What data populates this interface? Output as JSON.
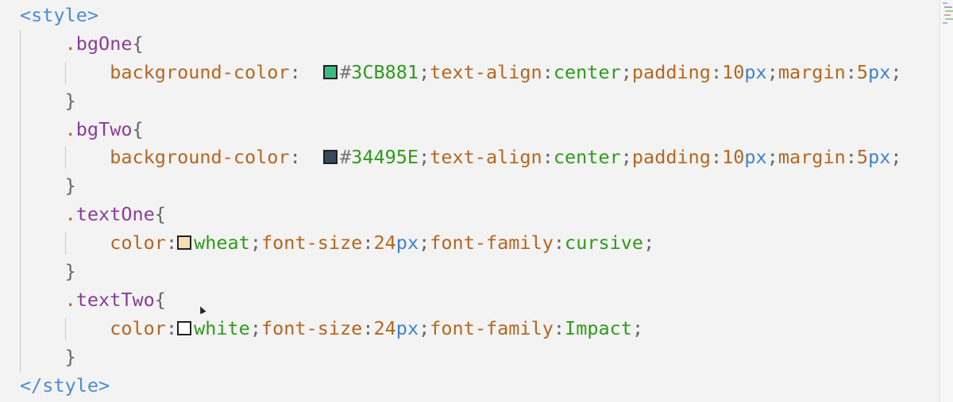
{
  "colors": {
    "bgOne": "#3CB881",
    "bgTwo": "#34495E",
    "wheat": "#F5DEB3",
    "white": "#FFFFFF"
  },
  "lines": [
    {
      "indent": 0,
      "tokens": [
        [
          "tag",
          "<style>"
        ]
      ]
    },
    {
      "indent": 1,
      "tokens": [
        [
          "dot",
          "."
        ],
        [
          "sel",
          "bgOne"
        ],
        [
          "punc",
          "{"
        ]
      ]
    },
    {
      "indent": 2,
      "tokens": [
        [
          "prop",
          "background-color"
        ],
        [
          "punc",
          ":  "
        ],
        [
          "swatch",
          "bgOne"
        ],
        [
          "hash",
          "#"
        ],
        [
          "val",
          "3CB881"
        ],
        [
          "punc",
          ";"
        ],
        [
          "prop",
          "text-align"
        ],
        [
          "punc",
          ":"
        ],
        [
          "val",
          "center"
        ],
        [
          "punc",
          ";"
        ],
        [
          "prop",
          "padding"
        ],
        [
          "punc",
          ":"
        ],
        [
          "num",
          "10"
        ],
        [
          "unit",
          "px"
        ],
        [
          "punc",
          ";"
        ],
        [
          "prop",
          "margin"
        ],
        [
          "punc",
          ":"
        ],
        [
          "num",
          "5"
        ],
        [
          "unit",
          "px"
        ],
        [
          "punc",
          ";"
        ]
      ]
    },
    {
      "indent": 1,
      "tokens": [
        [
          "punc",
          "}"
        ]
      ]
    },
    {
      "indent": 1,
      "tokens": [
        [
          "dot",
          "."
        ],
        [
          "sel",
          "bgTwo"
        ],
        [
          "punc",
          "{"
        ]
      ]
    },
    {
      "indent": 2,
      "tokens": [
        [
          "prop",
          "background-color"
        ],
        [
          "punc",
          ":  "
        ],
        [
          "swatch",
          "bgTwo"
        ],
        [
          "hash",
          "#"
        ],
        [
          "val",
          "34495E"
        ],
        [
          "punc",
          ";"
        ],
        [
          "prop",
          "text-align"
        ],
        [
          "punc",
          ":"
        ],
        [
          "val",
          "center"
        ],
        [
          "punc",
          ";"
        ],
        [
          "prop",
          "padding"
        ],
        [
          "punc",
          ":"
        ],
        [
          "num",
          "10"
        ],
        [
          "unit",
          "px"
        ],
        [
          "punc",
          ";"
        ],
        [
          "prop",
          "margin"
        ],
        [
          "punc",
          ":"
        ],
        [
          "num",
          "5"
        ],
        [
          "unit",
          "px"
        ],
        [
          "punc",
          ";"
        ]
      ]
    },
    {
      "indent": 1,
      "tokens": [
        [
          "punc",
          "}"
        ]
      ]
    },
    {
      "indent": 1,
      "tokens": [
        [
          "dot",
          "."
        ],
        [
          "sel",
          "textOne"
        ],
        [
          "punc",
          "{"
        ]
      ]
    },
    {
      "indent": 2,
      "tokens": [
        [
          "prop",
          "color"
        ],
        [
          "punc",
          ":"
        ],
        [
          "swatch",
          "wheat"
        ],
        [
          "val",
          "wheat"
        ],
        [
          "punc",
          ";"
        ],
        [
          "prop",
          "font-size"
        ],
        [
          "punc",
          ":"
        ],
        [
          "num",
          "24"
        ],
        [
          "unit",
          "px"
        ],
        [
          "punc",
          ";"
        ],
        [
          "prop",
          "font-family"
        ],
        [
          "punc",
          ":"
        ],
        [
          "val",
          "cursive"
        ],
        [
          "punc",
          ";"
        ]
      ]
    },
    {
      "indent": 1,
      "tokens": [
        [
          "punc",
          "}"
        ]
      ]
    },
    {
      "indent": 1,
      "tokens": [
        [
          "dot",
          "."
        ],
        [
          "sel",
          "textTwo"
        ],
        [
          "punc",
          "{"
        ]
      ]
    },
    {
      "indent": 2,
      "tokens": [
        [
          "prop",
          "color"
        ],
        [
          "punc",
          ":"
        ],
        [
          "swatch",
          "white"
        ],
        [
          "val",
          "white"
        ],
        [
          "punc",
          ";"
        ],
        [
          "prop",
          "font-size"
        ],
        [
          "punc",
          ":"
        ],
        [
          "num",
          "24"
        ],
        [
          "unit",
          "px"
        ],
        [
          "punc",
          ";"
        ],
        [
          "prop",
          "font-family"
        ],
        [
          "punc",
          ":"
        ],
        [
          "val",
          "Impact"
        ],
        [
          "punc",
          ";"
        ]
      ]
    },
    {
      "indent": 1,
      "tokens": [
        [
          "punc",
          "}"
        ]
      ]
    },
    {
      "indent": 0,
      "tokens": [
        [
          "tag",
          "</style>"
        ]
      ]
    }
  ]
}
